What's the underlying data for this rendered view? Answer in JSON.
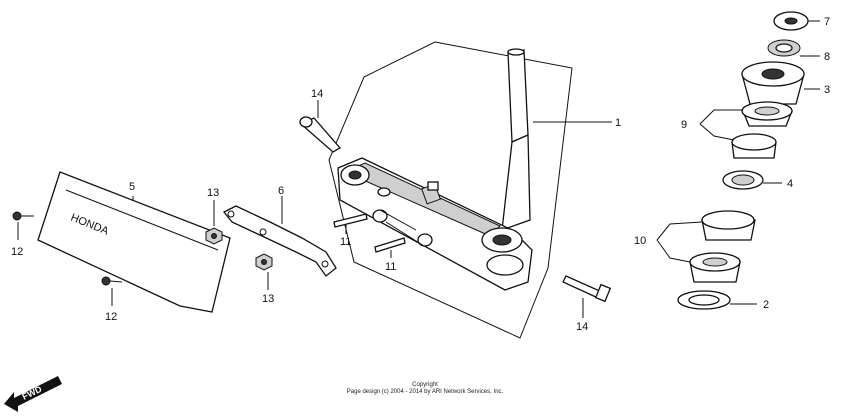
{
  "parts": {
    "p1": "1",
    "p2": "2",
    "p3": "3",
    "p4": "4",
    "p5": "5",
    "p6": "6",
    "p7": "7",
    "p8": "8",
    "p9": "9",
    "p10": "10",
    "p11a": "11",
    "p11b": "11",
    "p12a": "12",
    "p12b": "12",
    "p13a": "13",
    "p13b": "13",
    "p14a": "14",
    "p14b": "14"
  },
  "direction_label": "FWD",
  "copyright": {
    "line1": "Copyright",
    "line2": "Page design (c) 2004 - 2014 by ARI Network Services, Inc."
  }
}
